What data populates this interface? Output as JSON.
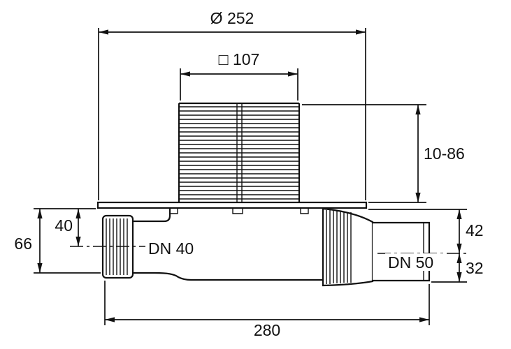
{
  "drawing": {
    "labels": {
      "diameter": "Ø 252",
      "square": "□ 107",
      "height_range": "10-86",
      "total_height": "66",
      "inlet_offset": "40",
      "inlet": "DN 40",
      "outlet": "DN 50",
      "outlet_top": "42",
      "outlet_bottom": "32",
      "length": "280"
    },
    "line_color": "#111111",
    "background_color": "#ffffff"
  }
}
